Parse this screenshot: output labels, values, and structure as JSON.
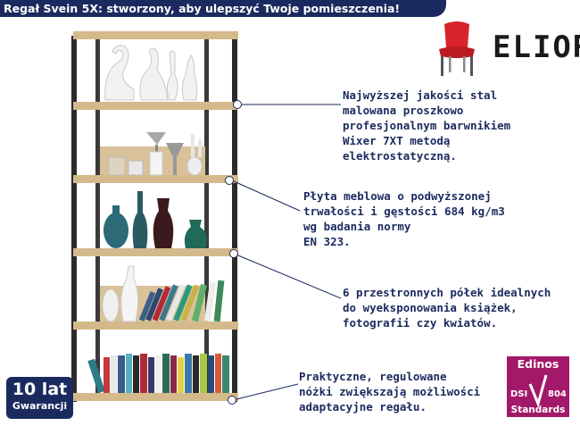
{
  "banner": {
    "title": "Regał Svein 5X: stworzony, aby ulepszyć Twoje pomieszczenia!"
  },
  "brand": {
    "name": "ELIOR",
    "icon": "chair-icon",
    "accent": "#d8232a"
  },
  "callouts": [
    {
      "lines": [
        "Najwyższej jakości stal",
        "malowana proszkowo",
        "profesjonalnym barwnikiem",
        "Wixer 7XT metodą",
        "elektrostatyczną."
      ]
    },
    {
      "lines": [
        "Płyta meblowa o podwyższonej",
        "trwałości i gęstości 684 kg/m3",
        "wg badania normy",
        "EN 323."
      ]
    },
    {
      "lines": [
        "6 przestronnych półek idealnych",
        "do wyeksponowania książek,",
        "fotografii czy kwiatów."
      ]
    },
    {
      "lines": [
        "Praktyczne, regulowane",
        "nóżki zwiększają możliwości",
        "adaptacyjne regału."
      ]
    }
  ],
  "warranty": {
    "years": "10 lat",
    "label": "Gwarancji"
  },
  "certificate": {
    "name": "Edinos",
    "left": "DSI",
    "number": "804",
    "label": "Standards"
  },
  "colors": {
    "navy": "#1b2a5e",
    "certificate": "#a3196a",
    "wood": "#d4b98a",
    "frame": "#2b2b2b"
  }
}
